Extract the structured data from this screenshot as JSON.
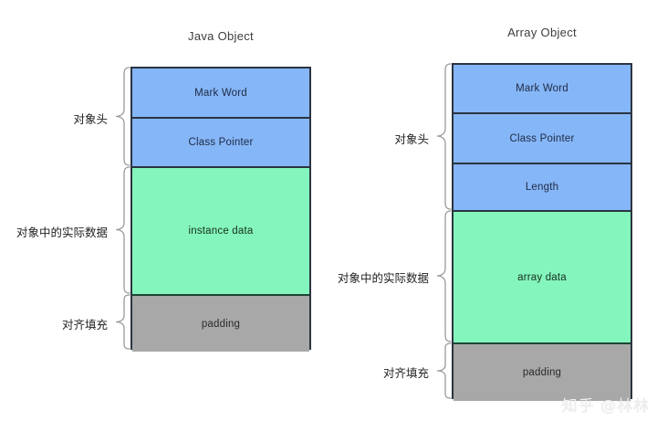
{
  "page": {
    "background_color": "#ffffff",
    "watermark": "知乎 @林林"
  },
  "palette": {
    "header_fill": "#85b6f7",
    "data_fill": "#84f5bc",
    "padding_fill": "#a8a8a8",
    "border": "#2b3440",
    "brace": "#9a9a9a",
    "title_text": "#3d3d3d",
    "label_text": "#222222"
  },
  "diagrams": [
    {
      "id": "java-object",
      "title": "Java Object",
      "segments": [
        {
          "label": "Mark Word",
          "fill": "header_fill"
        },
        {
          "label": "Class Pointer",
          "fill": "header_fill"
        },
        {
          "label": "instance data",
          "fill": "data_fill"
        },
        {
          "label": "padding",
          "fill": "padding_fill"
        }
      ],
      "annotations": [
        {
          "label": "对象头",
          "spans": [
            "Mark Word",
            "Class Pointer"
          ]
        },
        {
          "label": "对象中的实际数据",
          "spans": [
            "instance data"
          ]
        },
        {
          "label": "对齐填充",
          "spans": [
            "padding"
          ]
        }
      ]
    },
    {
      "id": "array-object",
      "title": "Array Object",
      "segments": [
        {
          "label": "Mark Word",
          "fill": "header_fill"
        },
        {
          "label": "Class Pointer",
          "fill": "header_fill"
        },
        {
          "label": "Length",
          "fill": "header_fill"
        },
        {
          "label": "array data",
          "fill": "data_fill"
        },
        {
          "label": "padding",
          "fill": "padding_fill"
        }
      ],
      "annotations": [
        {
          "label": "对象头",
          "spans": [
            "Mark Word",
            "Class Pointer",
            "Length"
          ]
        },
        {
          "label": "对象中的实际数据",
          "spans": [
            "array data"
          ]
        },
        {
          "label": "对齐填充",
          "spans": [
            "padding"
          ]
        }
      ]
    }
  ]
}
